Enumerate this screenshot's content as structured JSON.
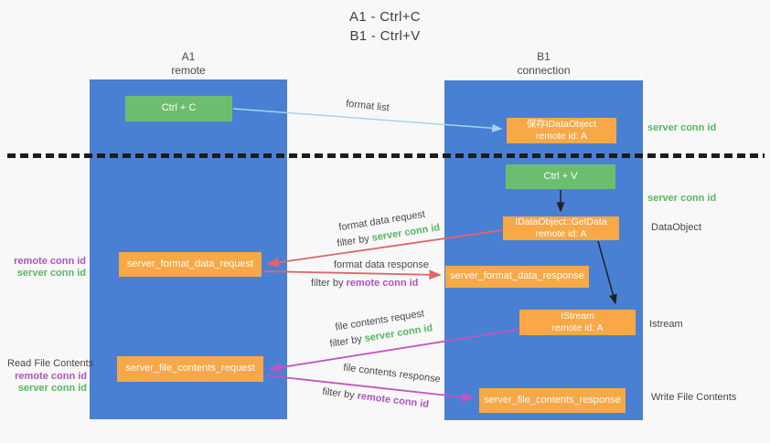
{
  "colors": {
    "background": "#f8f8f8",
    "lane_blue": "#4a80d4",
    "node_green": "#6cbe6e",
    "node_orange": "#f8a847",
    "green_text": "#57b75f",
    "purple_text": "#b153c4",
    "arrow_red": "#e06666",
    "arrow_magenta": "#c353c3",
    "arrow_lightblue": "#a9d2ee",
    "arrow_black": "#222222",
    "text_dark": "#3f3f3f",
    "text_gray": "#4a4a4a"
  },
  "title": {
    "line1": "A1 - Ctrl+C",
    "line2": "B1 - Ctrl+V"
  },
  "lanes": {
    "left": {
      "name": "A1",
      "role": "remote"
    },
    "right": {
      "name": "B1",
      "role": "connection"
    }
  },
  "nodes": {
    "ctrl_c": "Ctrl + C",
    "ctrl_v": "Ctrl + V",
    "save_object": {
      "line1": "保存IDataObject",
      "line2": "remote id: A"
    },
    "get_data": {
      "line1": "IDataObject::GetData",
      "line2": "remote id: A"
    },
    "istream": {
      "line1": "IStream",
      "line2": "remote id: A"
    },
    "format_request": "server_format_data_request",
    "format_response": "server_format_data_response",
    "file_request": "server_file_contents_request",
    "file_response": "server_file_contents_response"
  },
  "side_labels": {
    "right_top_conn": "server conn id",
    "right_mid_conn": "server conn id",
    "dataobject": "DataObject",
    "istream": "Istream",
    "write_file": "Write File Contents",
    "read_file": "Read File Contents",
    "mid_remote_conn": "remote conn id",
    "mid_server_conn": "server conn id",
    "bottom_remote_conn": "remote conn id",
    "bottom_server_conn": "server conn id"
  },
  "arrow_labels": {
    "format_list": "format list",
    "format_data_request": "format data request",
    "format_data_response": "format data response",
    "file_contents_request": "file contents request",
    "file_contents_response": "file contents response",
    "filter_by": "filter by",
    "server_conn_id": "server conn id",
    "remote_conn_id": "remote conn id"
  }
}
